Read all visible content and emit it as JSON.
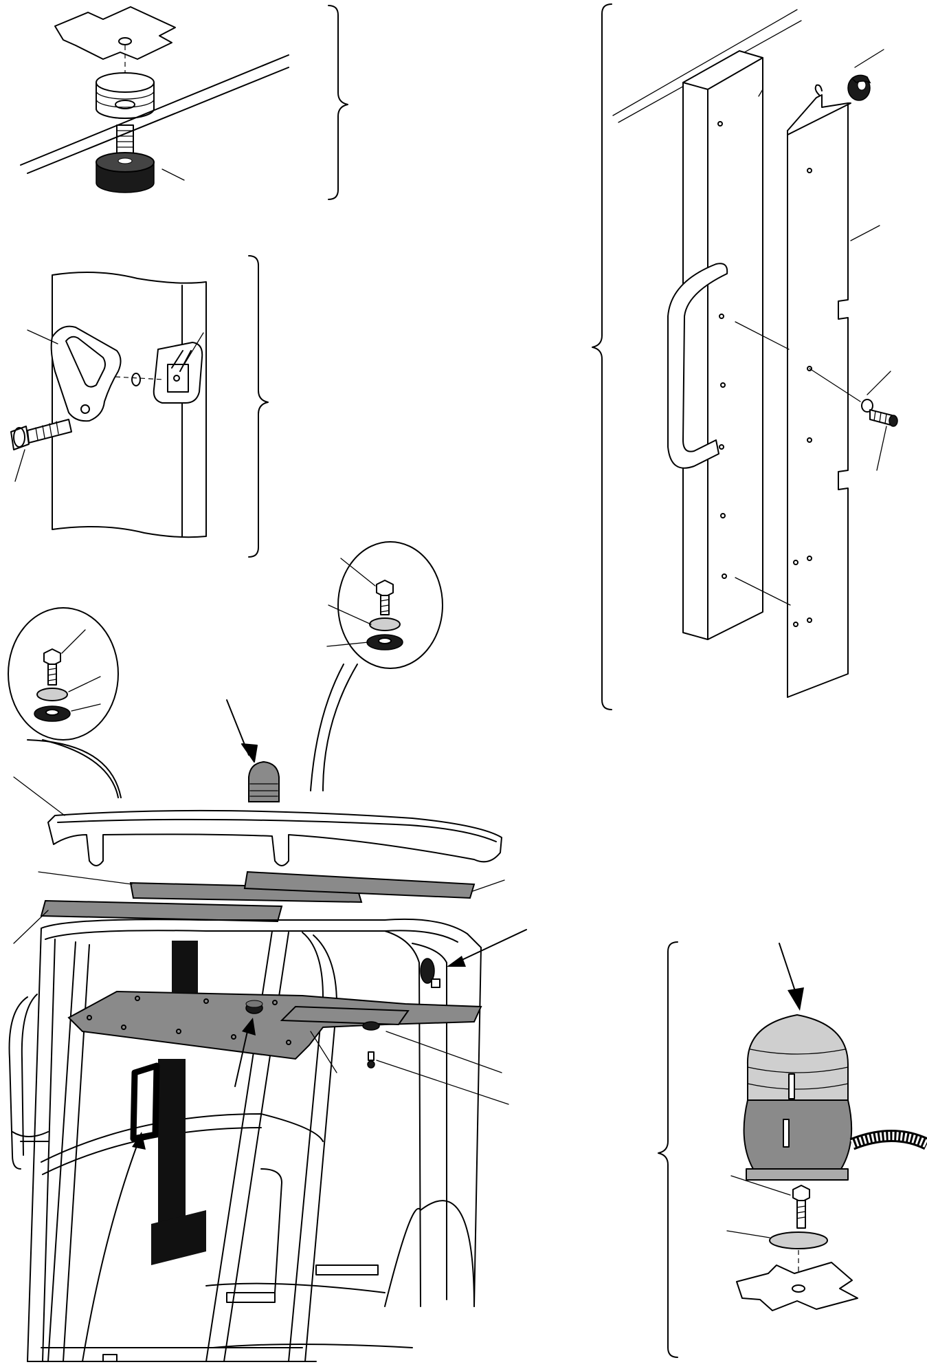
{
  "figure": {
    "views": [
      "roof-mount-detail",
      "door-catch-detail",
      "handle-panel-detail",
      "cab-exploded-view",
      "beacon-light-detail"
    ]
  }
}
